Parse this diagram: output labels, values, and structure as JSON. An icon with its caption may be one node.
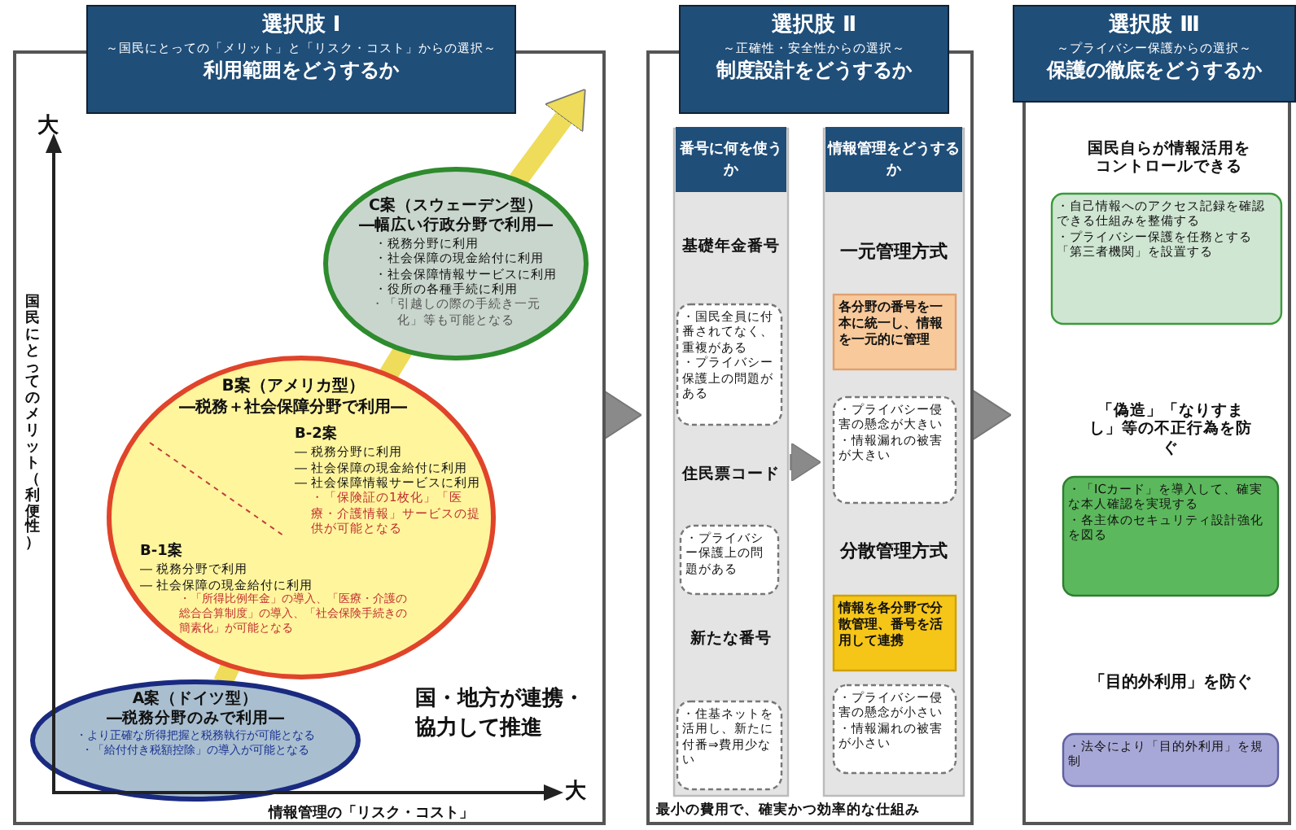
{
  "diagram": {
    "nodes": [
      {
        "text": [
          "選択肢 Ⅰ",
          "～国民にとっての「メリット」と「リスク・コスト」からの選択～",
          "利用範囲をどうするか"
        ]
      },
      {
        "text": [
          "C案（スウェーデン型）",
          "―幅広い行政分野で利用―",
          "・税務分野に利用",
          "・社会保障の現金給付に利用",
          "・社会保障情報サービスに利用",
          "・役所の各種手続に利用",
          "・「引越しの際の手続き一元化」等も可能となる"
        ],
        "in": 0
      },
      {
        "text": [
          "B案（アメリカ型）",
          "―税務＋社会保障分野で利用―"
        ],
        "in": 0
      },
      {
        "text": [
          "B-2案",
          "― 税務分野に利用",
          "― 社会保障の現金給付に利用",
          "― 社会保障情報サービスに利用",
          "・「保険証の1枚化」「医療・介護情報」サービスの提供が可能となる"
        ],
        "in": 2
      },
      {
        "text": [
          "B-1案",
          "― 税務分野で利用",
          "― 社会保障の現金給付に利用",
          "・「所得比例年金」の導入、「医療・介護の総合合算制度」の導入、「社会保険手続きの簡素化」が可能となる"
        ],
        "in": 2
      },
      {
        "text": [
          "A案（ドイツ型）",
          "―税務分野のみで利用―",
          "・より正確な所得把握と税務執行が可能となる",
          "・「給付付き税額控除」の導入が可能となる"
        ],
        "in": 0
      },
      {
        "text": [
          "選択肢 Ⅱ",
          "～正確性・安全性からの選択～",
          "制度設計をどうするか"
        ]
      },
      {
        "text": [
          "番号に何を使うか"
        ],
        "in": 6
      },
      {
        "text": [
          "基礎年金番号"
        ],
        "in": 7
      },
      {
        "text": [
          "・国民全員に付番されてなく、重複がある",
          "・プライバシー保護上の問題がある"
        ],
        "in": 7
      },
      {
        "text": [
          "住民票コード"
        ],
        "in": 7
      },
      {
        "text": [
          "・プライバシー保護上の問題がある"
        ],
        "in": 7
      },
      {
        "text": [
          "新たな番号"
        ],
        "in": 7
      },
      {
        "text": [
          "・住基ネットを活用し、新たに付番⇒費用少ない"
        ],
        "in": 7
      },
      {
        "text": [
          "情報管理をどうするか"
        ],
        "in": 6
      },
      {
        "text": [
          "一元管理方式"
        ],
        "in": 14
      },
      {
        "text": [
          "各分野の番号を一本に統一し、情報を一元的に管理"
        ],
        "in": 14
      },
      {
        "text": [
          "・プライバシー侵害の懸念が大きい",
          "・情報漏れの被害が大きい"
        ],
        "in": 14
      },
      {
        "text": [
          "分散管理方式"
        ],
        "in": 14
      },
      {
        "text": [
          "情報を各分野で分散管理、番号を活用して連携"
        ],
        "in": 14
      },
      {
        "text": [
          "・プライバシー侵害の懸念が小さい",
          "・情報漏れの被害が小さい"
        ],
        "in": 14
      },
      {
        "text": [
          "選択肢 Ⅲ",
          "～プライバシー保護からの選択～",
          "保護の徹底をどうするか"
        ]
      },
      {
        "text": [
          "国民自らが情報活用をコントロールできる"
        ],
        "in": 21
      },
      {
        "text": [
          "・自己情報へのアクセス記録を確認できる仕組みを整備する",
          "・プライバシー保護を任務とする「第三者機関」を設置する"
        ],
        "in": 21
      },
      {
        "text": [
          "「偽造」「なりすまし」等の不正行為を防ぐ"
        ],
        "in": 21
      },
      {
        "text": [
          "・「ICカード」を導入して、確実な本人確認を実現する",
          "・各主体のセキュリティ設計強化を図る"
        ],
        "in": 21
      },
      {
        "text": [
          "「目的外利用」を防ぐ"
        ],
        "in": 21
      },
      {
        "text": [
          "・法令により「目的外利用」を規制"
        ],
        "in": 21
      }
    ],
    "edges": [
      {
        "from": 5,
        "to": 2,
        "arrow": "none"
      },
      {
        "from": 2,
        "to": 1,
        "arrow": "none"
      },
      {
        "from": 1,
        "to": null,
        "arrow": "to"
      },
      {
        "from": 0,
        "to": 6,
        "arrow": "to",
        "color": "#8a8a8a"
      },
      {
        "from": 7,
        "to": 14,
        "arrow": "to",
        "color": "#8a8a8a"
      },
      {
        "from": 6,
        "to": 21,
        "arrow": "to",
        "color": "#8a8a8a"
      }
    ],
    "labels": [
      "大",
      "国民にとってのメリット（利便性）",
      "国・地方が連携・協力して推進",
      "大",
      "情報管理の「リスク・コスト」",
      "最小の費用で、確実かつ効率的な仕組み"
    ]
  }
}
